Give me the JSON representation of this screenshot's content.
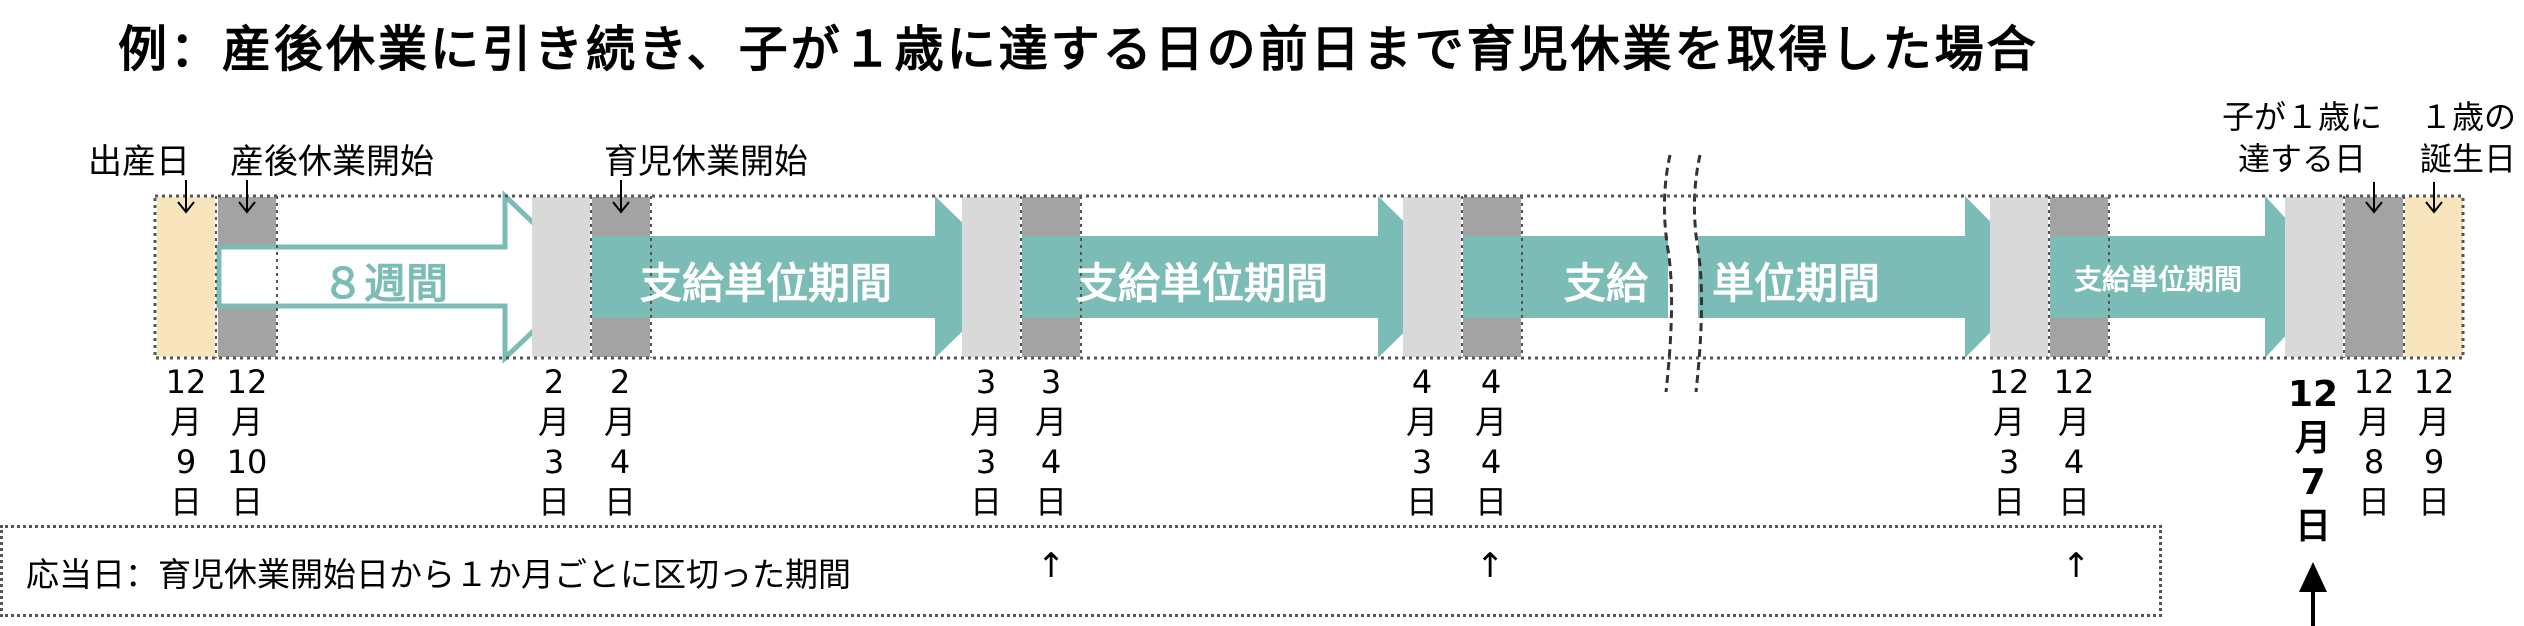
{
  "title": "例：産後休業に引き続き、子が１歳に達する日の前日まで育児休業を取得した場合",
  "top_labels": {
    "birth_day": "出産日",
    "postpartum_start": "産後休業開始",
    "childcare_start": "育児休業開始",
    "reach_one_line1": "子が１歳に",
    "reach_one_line2": "達する日",
    "first_birthday_line1": "１歳の",
    "first_birthday_line2": "誕生日"
  },
  "periods": {
    "eight_weeks": "８週間",
    "unit1": "支給単位期間",
    "unit2": "支給単位期間",
    "unit3a": "支給",
    "unit3b": "単位期間",
    "unit4": "支給単位期間"
  },
  "dates": [
    {
      "m": "12",
      "c1": "月",
      "d": "9",
      "c2": "日"
    },
    {
      "m": "12",
      "c1": "月",
      "d": "10",
      "c2": "日"
    },
    {
      "m": "2",
      "c1": "月",
      "d": "3",
      "c2": "日"
    },
    {
      "m": "2",
      "c1": "月",
      "d": "4",
      "c2": "日"
    },
    {
      "m": "3",
      "c1": "月",
      "d": "3",
      "c2": "日"
    },
    {
      "m": "3",
      "c1": "月",
      "d": "4",
      "c2": "日"
    },
    {
      "m": "4",
      "c1": "月",
      "d": "3",
      "c2": "日"
    },
    {
      "m": "4",
      "c1": "月",
      "d": "4",
      "c2": "日"
    },
    {
      "m": "12",
      "c1": "月",
      "d": "3",
      "c2": "日"
    },
    {
      "m": "12",
      "c1": "月",
      "d": "4",
      "c2": "日"
    },
    {
      "m": "12",
      "c1": "月",
      "d": "7",
      "c2": "日"
    },
    {
      "m": "12",
      "c1": "月",
      "d": "8",
      "c2": "日"
    },
    {
      "m": "12",
      "c1": "月",
      "d": "9",
      "c2": "日"
    }
  ],
  "note": {
    "text": "応当日：育児休業開始日から１か月ごとに区切った期間",
    "arrow": "↑"
  },
  "colors": {
    "teal": "#7bbcb6",
    "beige": "#f8e4bd",
    "dark_gray": "#a3a3a3",
    "light_gray": "#d9d9d9",
    "white": "#ffffff"
  }
}
